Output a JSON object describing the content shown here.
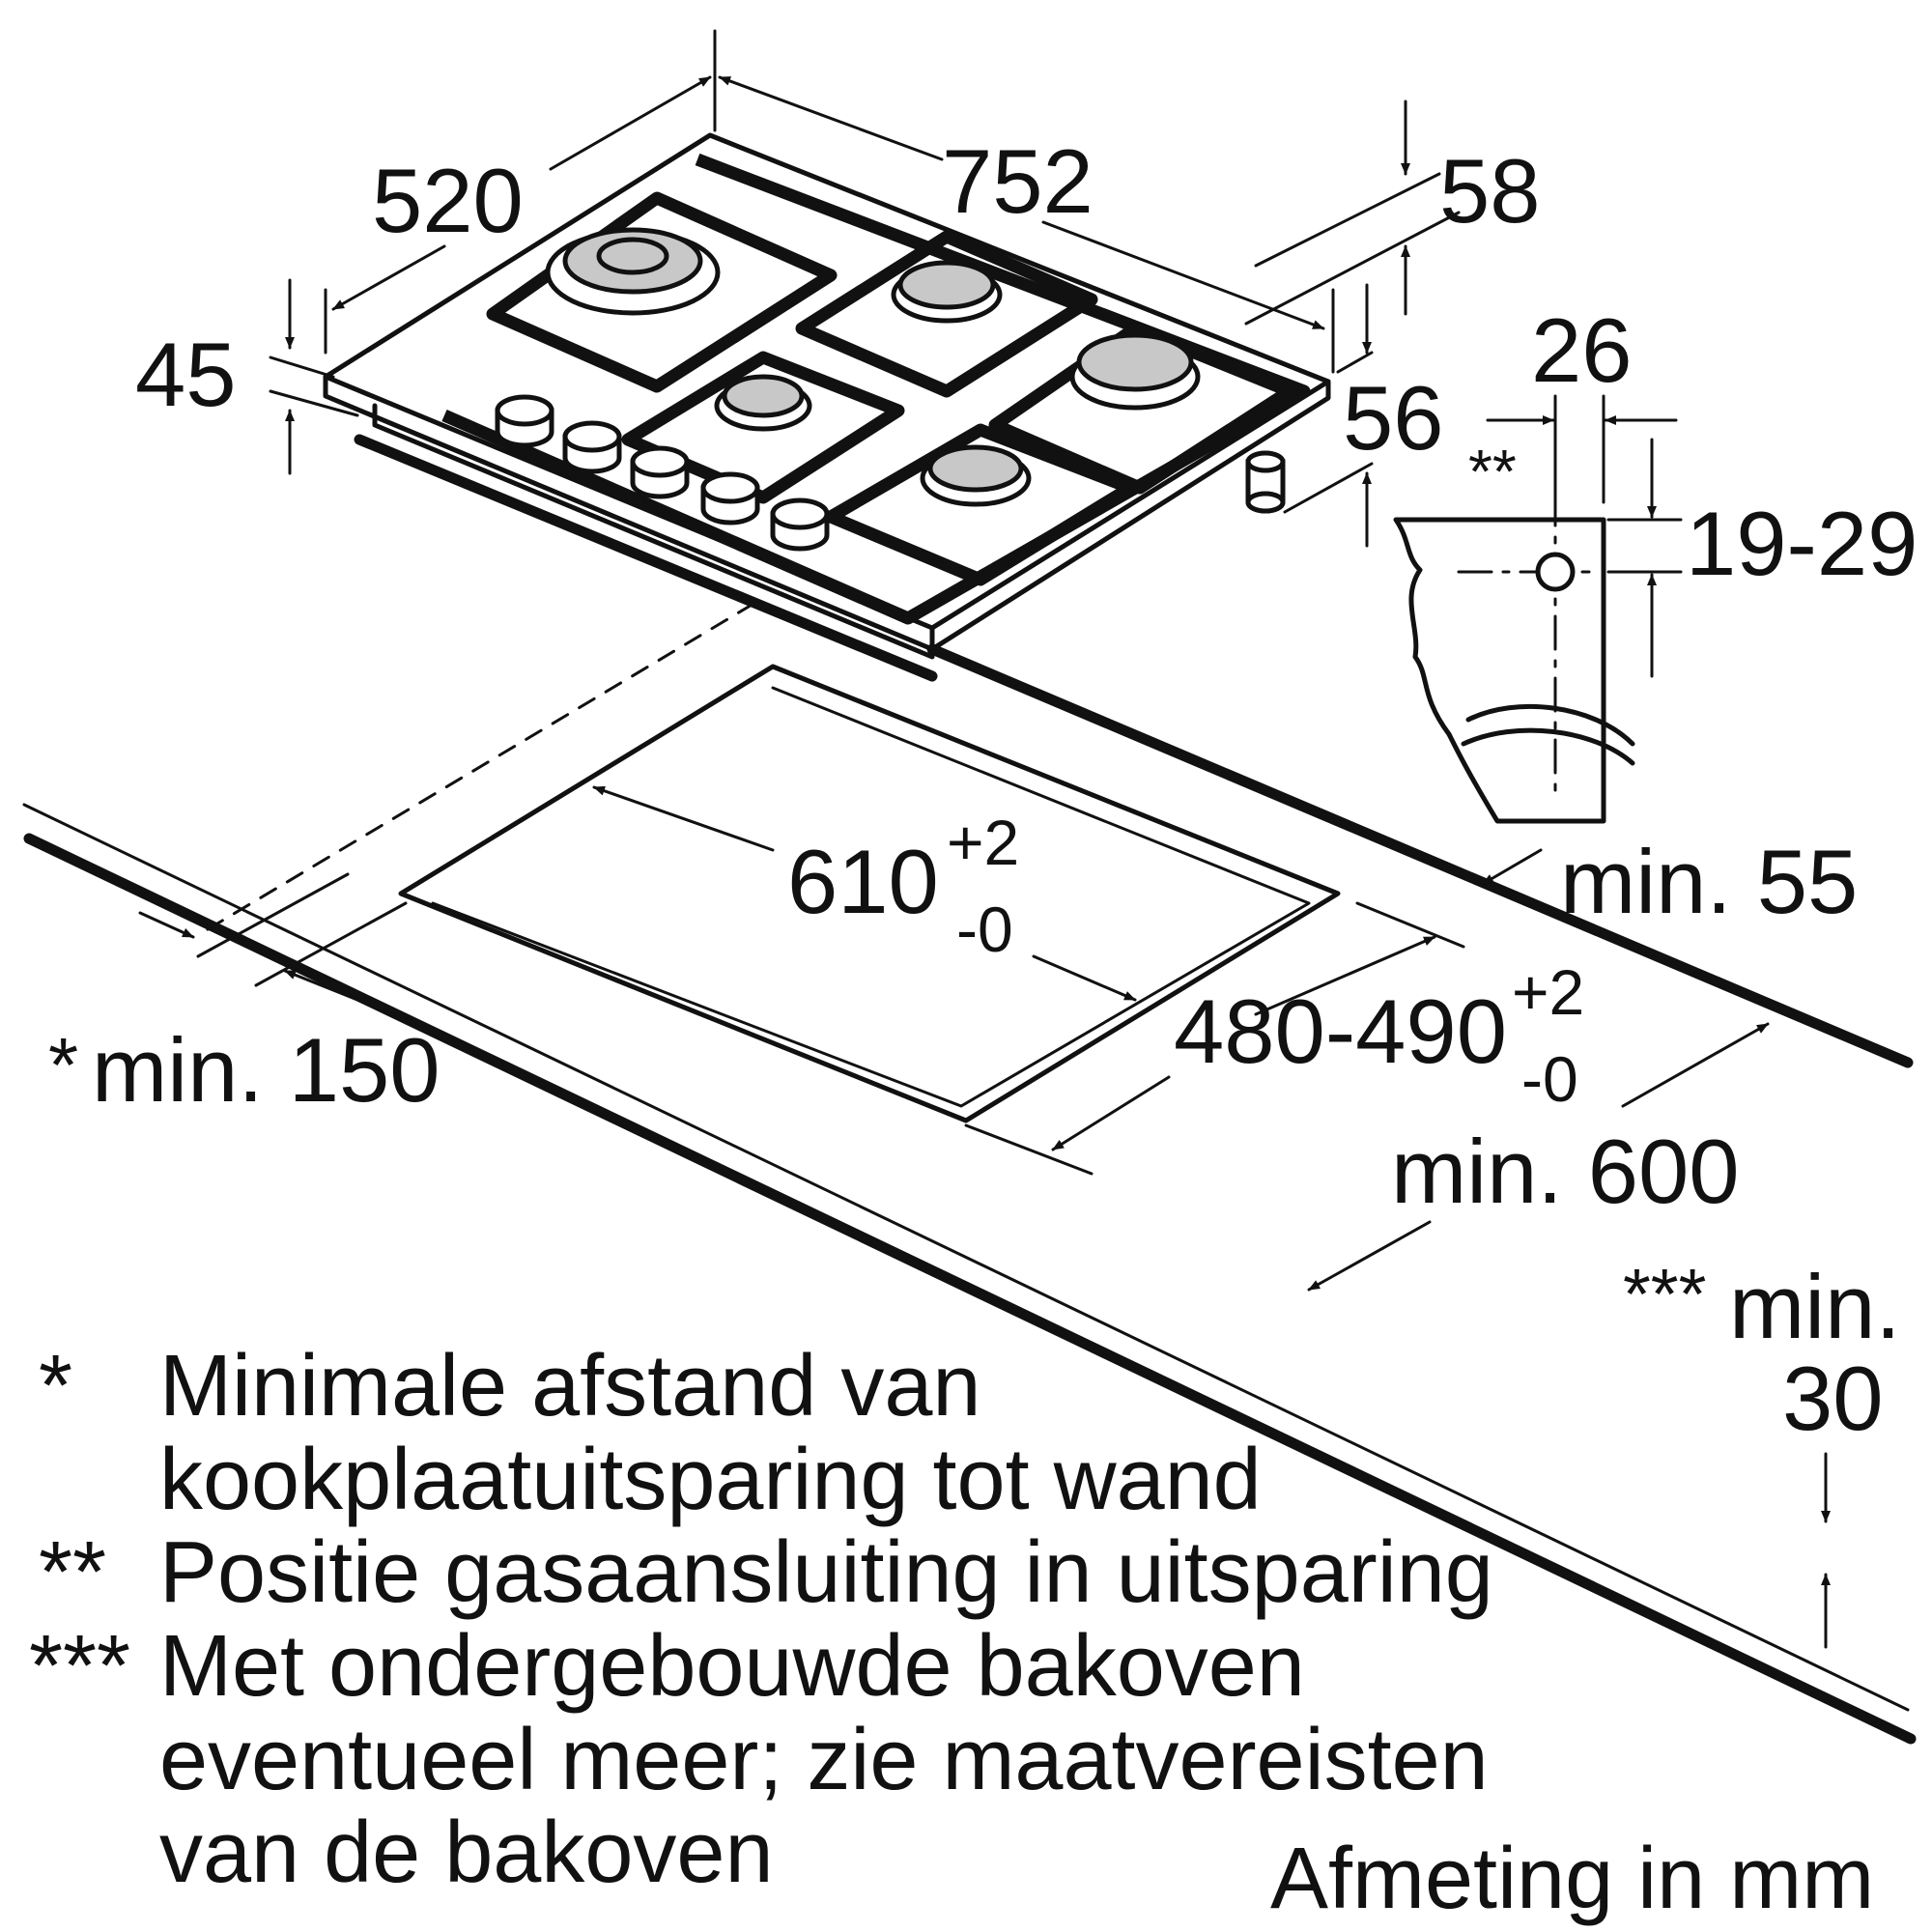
{
  "dimensions": {
    "hob_width": "752",
    "hob_depth": "520",
    "hob_height": "45",
    "top_clearance": "58",
    "connector_height": "56",
    "gas_offset": "26",
    "gas_mark": "**",
    "gas_range": "19-29",
    "cutout_width": "610",
    "cutout_width_tol_plus": "+2",
    "cutout_width_tol_minus": "-0",
    "cutout_depth": "480-490",
    "cutout_depth_tol_plus": "+2",
    "cutout_depth_tol_minus": "-0",
    "back_min": "min. 55",
    "wall_min_mark": "*",
    "wall_min": "min. 150",
    "worktop_depth_min": "min. 600",
    "oven_min_mark": "***",
    "oven_min_line1": "min.",
    "oven_min_line2": "30"
  },
  "notes": [
    {
      "mark": "*",
      "lines": [
        "Minimale afstand van",
        "kookplaatuitsparing tot wand"
      ]
    },
    {
      "mark": "**",
      "lines": [
        "Positie gasaansluiting in uitsparing"
      ]
    },
    {
      "mark": "***",
      "lines": [
        "Met ondergebouwde bakoven",
        "eventueel meer; zie maatvereisten",
        "van de bakoven"
      ]
    }
  ],
  "unit_label": "Afmeting in mm"
}
